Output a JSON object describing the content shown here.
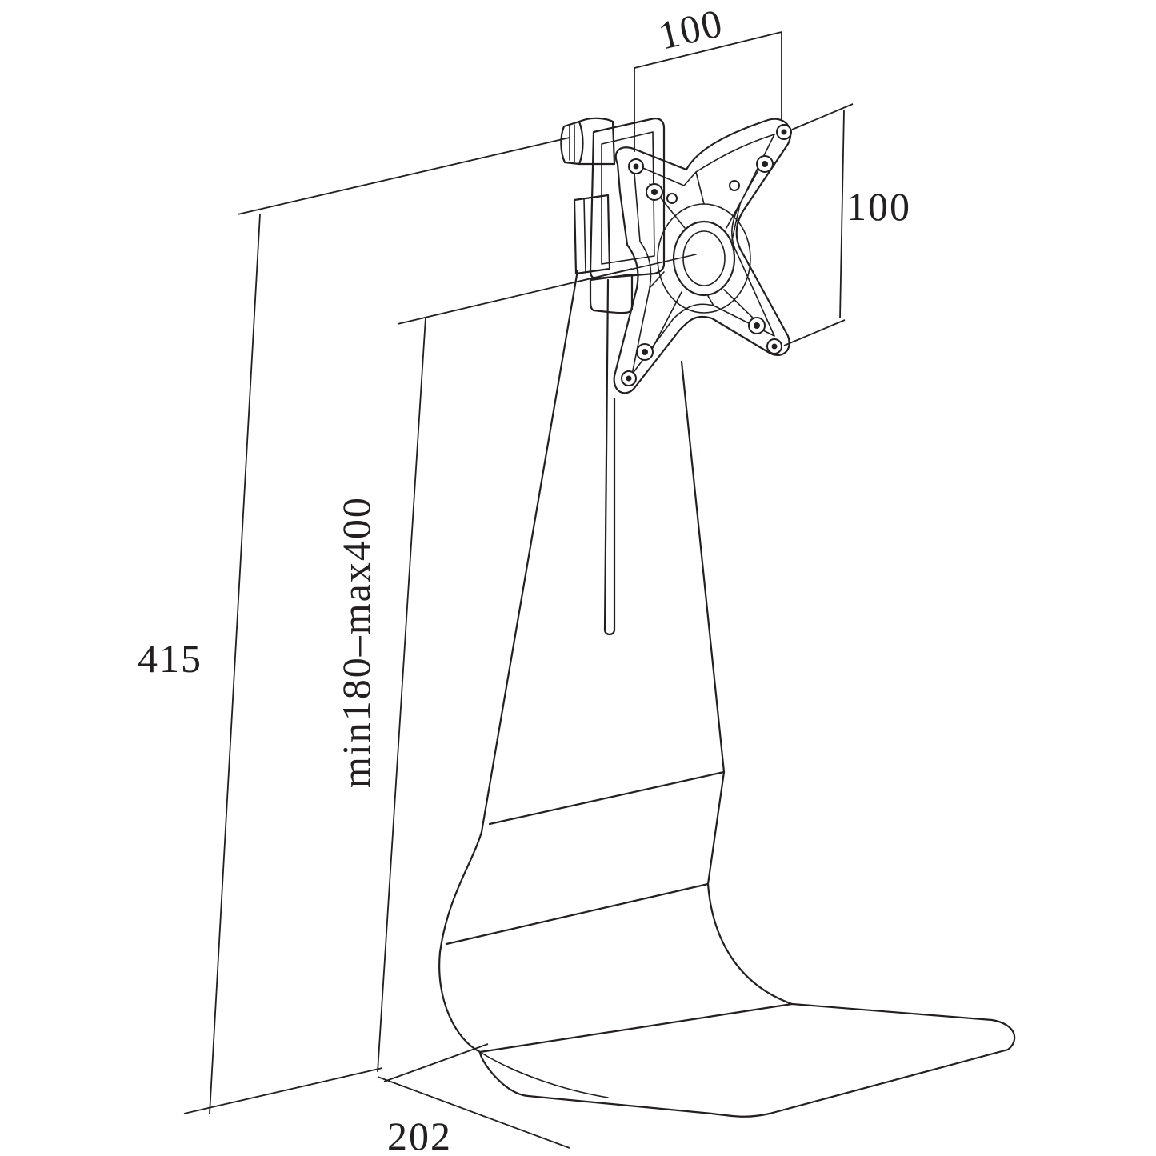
{
  "diagram": {
    "dimensions": {
      "overall_height": "415",
      "adjustable_height": "min180–max400",
      "base_depth": "202",
      "vesa_width": "100",
      "vesa_height": "100"
    },
    "colors": {
      "line": "#231f20",
      "background": "#ffffff"
    }
  }
}
